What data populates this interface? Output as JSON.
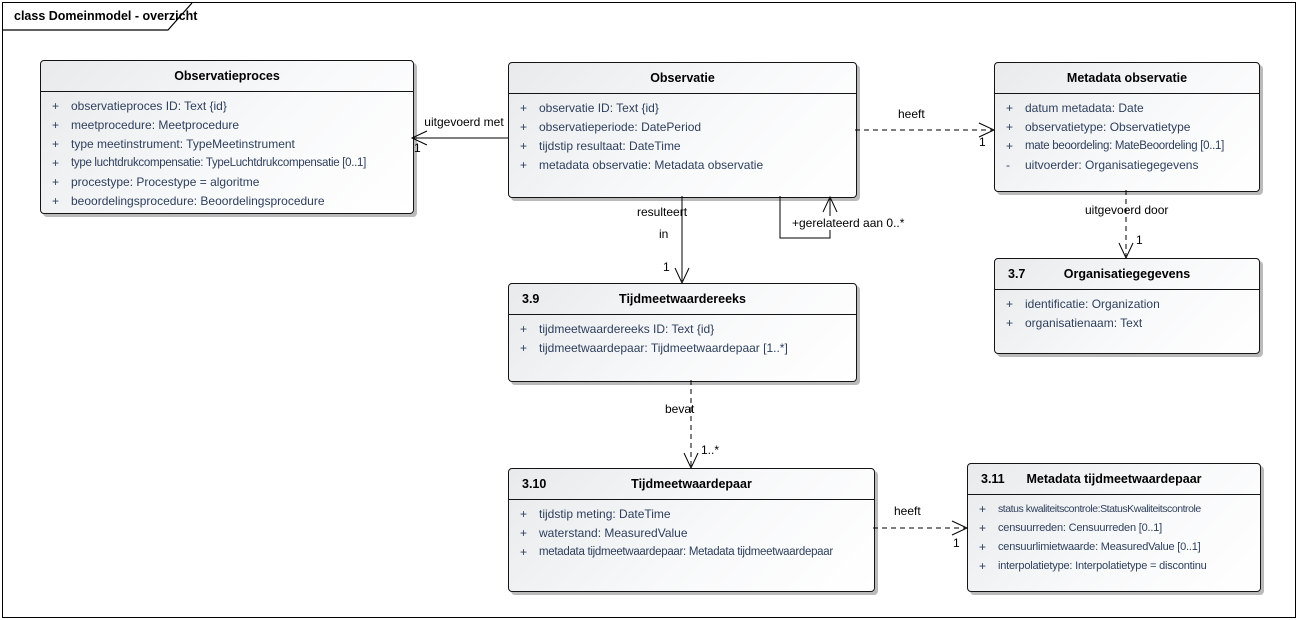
{
  "frame": {
    "title": "class Domeinmodel - overzicht"
  },
  "classes": [
    {
      "id": "",
      "name": "Observatieproces",
      "attributes": [
        {
          "vis": "+",
          "text": "observatieproces ID: Text {id}"
        },
        {
          "vis": "+",
          "text": "meetprocedure: Meetprocedure"
        },
        {
          "vis": "+",
          "text": "type meetinstrument: TypeMeetinstrument"
        },
        {
          "vis": "+",
          "text": "type luchtdrukcompensatie: TypeLuchtdrukcompensatie [0..1]"
        },
        {
          "vis": "+",
          "text": "procestype: Procestype = algoritme"
        },
        {
          "vis": "+",
          "text": "beoordelingsprocedure: Beoordelingsprocedure"
        }
      ]
    },
    {
      "id": "",
      "name": "Observatie",
      "attributes": [
        {
          "vis": "+",
          "text": "observatie ID: Text {id}"
        },
        {
          "vis": "+",
          "text": "observatieperiode: DatePeriod"
        },
        {
          "vis": "+",
          "text": "tijdstip resultaat: DateTime"
        },
        {
          "vis": "+",
          "text": "metadata observatie: Metadata observatie"
        }
      ]
    },
    {
      "id": "",
      "name": "Metadata observatie",
      "attributes": [
        {
          "vis": "+",
          "text": "datum metadata: Date"
        },
        {
          "vis": "+",
          "text": "observatietype: Observatietype"
        },
        {
          "vis": "+",
          "text": "mate beoordeling: MateBeoordeling [0..1]"
        },
        {
          "vis": "-",
          "text": "uitvoerder: Organisatiegegevens"
        }
      ]
    },
    {
      "id": "3.7",
      "name": "Organisatiegegevens",
      "attributes": [
        {
          "vis": "+",
          "text": "identificatie: Organization"
        },
        {
          "vis": "+",
          "text": "organisatienaam: Text"
        }
      ]
    },
    {
      "id": "3.9",
      "name": "Tijdmeetwaardereeks",
      "attributes": [
        {
          "vis": "+",
          "text": "tijdmeetwaardereeks ID: Text {id}"
        },
        {
          "vis": "+",
          "text": "tijdmeetwaardepaar: Tijdmeetwaardepaar [1..*]"
        }
      ]
    },
    {
      "id": "3.10",
      "name": "Tijdmeetwaardepaar",
      "attributes": [
        {
          "vis": "+",
          "text": "tijdstip meting: DateTime"
        },
        {
          "vis": "+",
          "text": "waterstand: MeasuredValue"
        },
        {
          "vis": "+",
          "text": "metadata tijdmeetwaardepaar: Metadata tijdmeetwaardepaar"
        }
      ]
    },
    {
      "id": "3.11",
      "name": "Metadata tijdmeetwaardepaar",
      "attributes": [
        {
          "vis": "+",
          "text": "status kwaliteitscontrole:StatusKwaliteitscontrole"
        },
        {
          "vis": "+",
          "text": "censuurreden: Censuurreden [0..1]"
        },
        {
          "vis": "+",
          "text": "censuurlimietwaarde: MeasuredValue [0..1]"
        },
        {
          "vis": "+",
          "text": "interpolatietype: Interpolatietype = discontinu"
        }
      ]
    }
  ],
  "relations": [
    {
      "label": "uitgevoerd met",
      "multiplicity": "1",
      "from": "Observatie",
      "to": "Observatieproces",
      "style": "solid"
    },
    {
      "label": "heeft",
      "multiplicity": "1",
      "from": "Observatie",
      "to": "Metadata observatie",
      "style": "dashed"
    },
    {
      "label": "resulteert",
      "label2": "in",
      "multiplicity": "1",
      "from": "Observatie",
      "to": "Tijdmeetwaardereeks",
      "style": "solid"
    },
    {
      "label": "+gerelateerd aan 0..*",
      "from": "Observatie",
      "to": "Observatie",
      "style": "solid"
    },
    {
      "label": "uitgevoerd door",
      "multiplicity": "1",
      "from": "Metadata observatie",
      "to": "Organisatiegegevens",
      "style": "dashed"
    },
    {
      "label": "bevat",
      "multiplicity": "1..*",
      "from": "Tijdmeetwaardereeks",
      "to": "Tijdmeetwaardepaar",
      "style": "dashed"
    },
    {
      "label": "heeft",
      "multiplicity": "1",
      "from": "Tijdmeetwaardepaar",
      "to": "Metadata tijdmeetwaardepaar",
      "style": "dashed"
    }
  ],
  "colors": {
    "attribute_text": "#2e3f5c",
    "title_text": "#000000",
    "line": "#000000",
    "box_fill_start": "#e8eaec",
    "box_fill_end": "#ffffff",
    "background": "#ffffff"
  }
}
